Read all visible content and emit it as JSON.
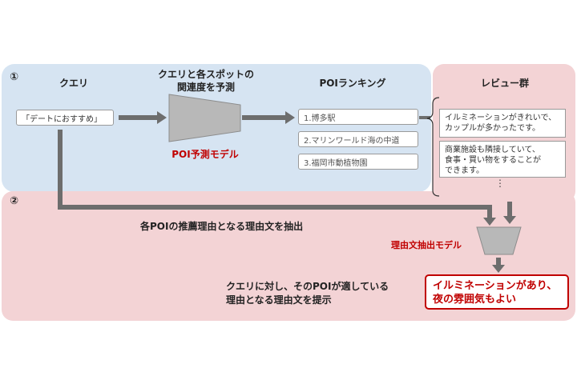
{
  "section1": {
    "number": "①"
  },
  "section2": {
    "number": "②"
  },
  "query": {
    "heading": "クエリ",
    "text": "「デートにおすすめ」"
  },
  "predict": {
    "heading_line1": "クエリと各スポットの",
    "heading_line2": "関連度を予測",
    "model_label": "POI予測モデル"
  },
  "ranking": {
    "heading": "POIランキング",
    "items": [
      "1.博多駅",
      "2.マリンワールド海の中道",
      "3.福岡市動植物園"
    ]
  },
  "reviews": {
    "heading": "レビュー群",
    "items": [
      {
        "line1": "イルミネーションがきれいで、",
        "line2": "カップルが多かったです。"
      },
      {
        "line1": "商業施設も隣接していて、",
        "line2": "食事・買い物をすることが",
        "line3": "できます。"
      }
    ],
    "ellipsis": "⋮"
  },
  "extract": {
    "caption": "各POIの推薦理由となる理由文を抽出",
    "model_label": "理由文抽出モデル"
  },
  "present": {
    "line1": "クエリに対し、そのPOIが適している",
    "line2": "理由となる理由文を提示"
  },
  "result": {
    "line1": "イルミネーションがあり、",
    "line2": "夜の雰囲気もよい"
  },
  "colors": {
    "blue_panel": "#d6e4f2",
    "pink_panel": "#f3d3d5",
    "arrow": "#6d6d6d",
    "accent_red": "#c00000"
  }
}
